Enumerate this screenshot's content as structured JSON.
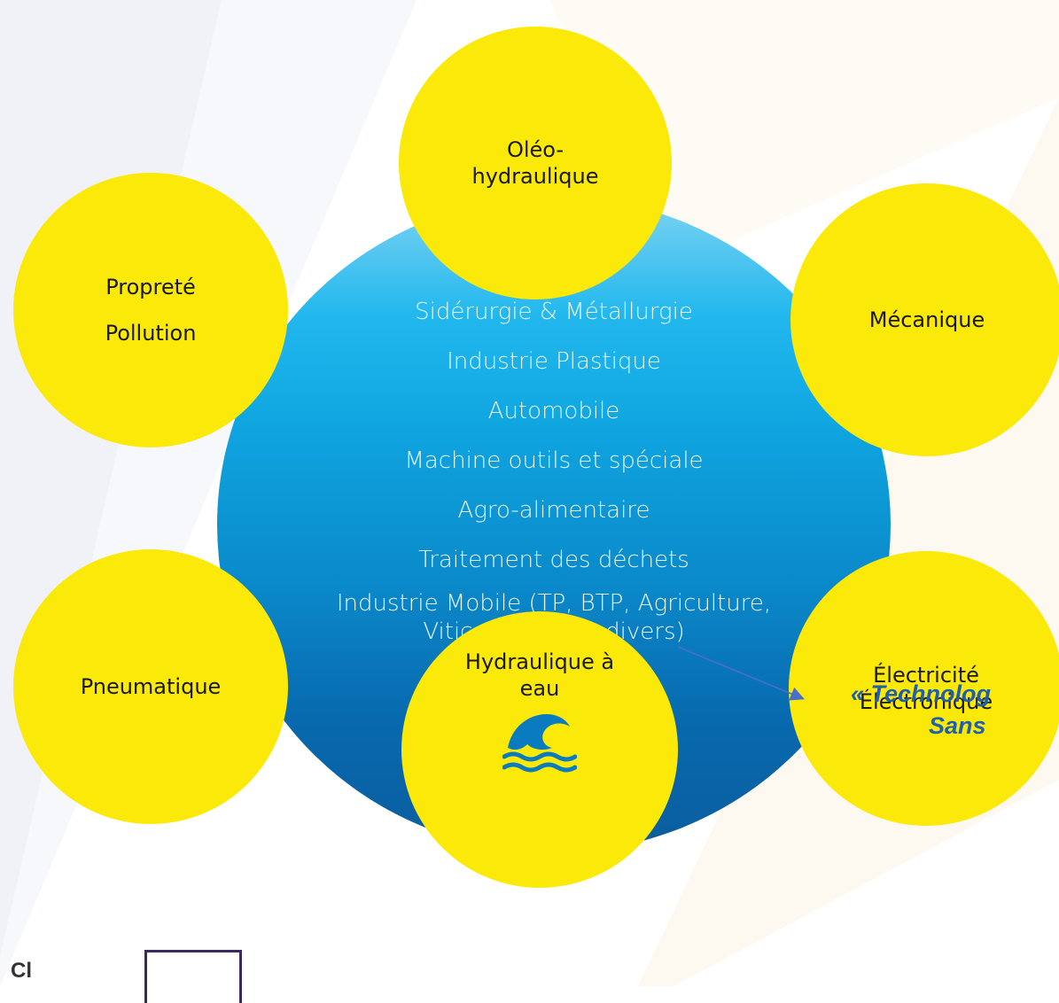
{
  "center": {
    "industries": [
      "Sidérurgie & Métallurgie",
      "Industrie Plastique",
      "Automobile",
      "Machine outils et spéciale",
      "Agro-alimentaire",
      "Traitement des déchets",
      "Industrie Mobile (TP, BTP, Agriculture, Viticole, Engins divers)"
    ]
  },
  "bubbles": {
    "oleo": {
      "line1": "Oléo-",
      "line2": "hydraulique"
    },
    "proprete": {
      "line1": "Propreté",
      "line2": "Pollution"
    },
    "mecanique": {
      "label": "Mécanique"
    },
    "pneumatique": {
      "label": "Pneumatique"
    },
    "electricite": {
      "line1": "Électricité",
      "line2": "Électronique"
    },
    "hydraulique_eau": {
      "line1": "Hydraulique à",
      "line2": "eau",
      "icon": "wave-icon"
    }
  },
  "quote": {
    "line1": "« Technolog",
    "line2": "Sans"
  },
  "footer": {
    "label": "Cl"
  },
  "colors": {
    "bubble": "#fbe90a",
    "center_top": "#7fd3f2",
    "center_bottom": "#0a5d9e",
    "quote": "#1f5fae",
    "arrow": "#4a6fc7",
    "wave": "#0a7bbf"
  }
}
